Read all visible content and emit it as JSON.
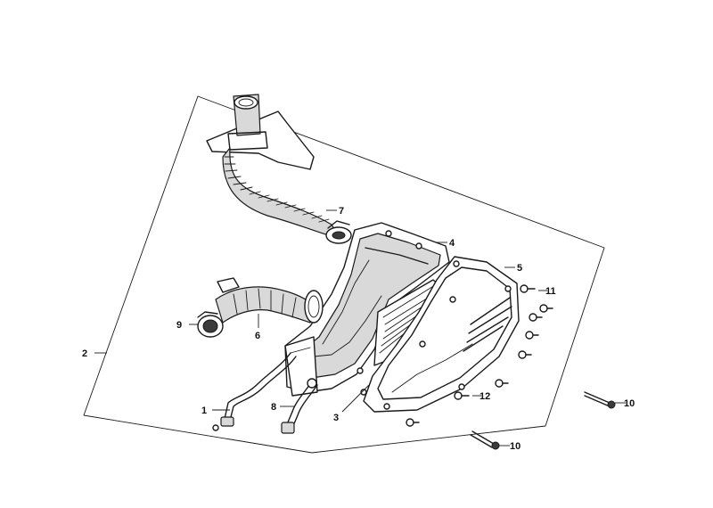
{
  "labels": {
    "p1": "1",
    "p2": "2",
    "p3": "3",
    "p4": "4",
    "p5": "5",
    "p6": "6",
    "p7": "7",
    "p8": "8",
    "p9": "9",
    "p10a": "10",
    "p10b": "10",
    "p11": "11",
    "p12": "12"
  }
}
